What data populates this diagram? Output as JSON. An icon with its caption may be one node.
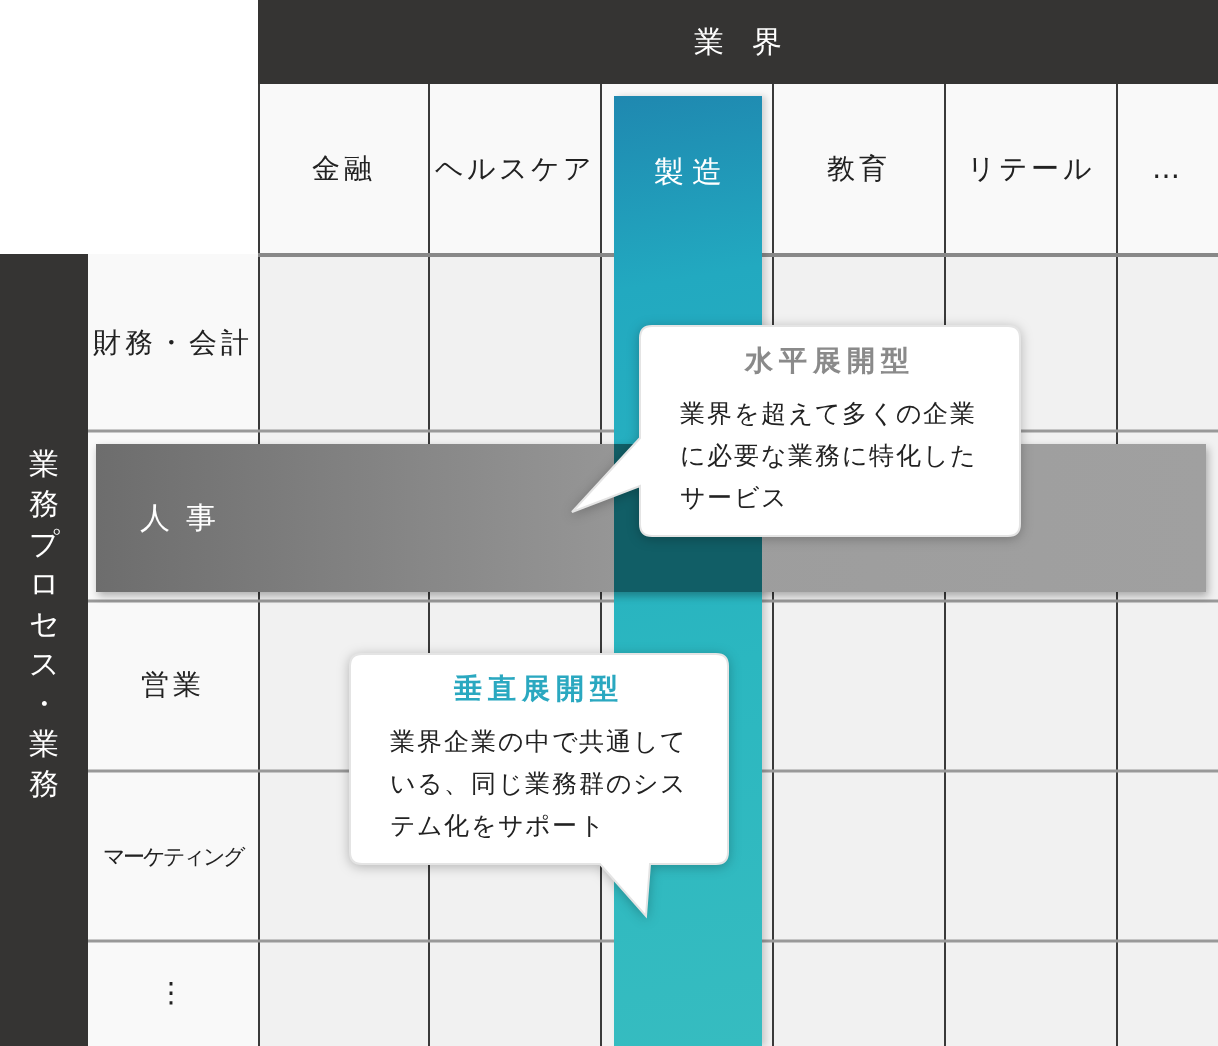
{
  "diagram": {
    "nodes": [
      {
        "text": [
          "業界"
        ]
      },
      {
        "text": [
          "金融"
        ]
      },
      {
        "text": [
          "ヘルスケア"
        ]
      },
      {
        "text": [
          "製造"
        ]
      },
      {
        "text": [
          "教育"
        ]
      },
      {
        "text": [
          "リテール"
        ]
      },
      {
        "text": [
          "…"
        ]
      },
      {
        "text": [
          "業務プロセス・業務"
        ]
      },
      {
        "text": [
          "財務・会計"
        ]
      },
      {
        "text": [
          "人事"
        ]
      },
      {
        "text": [
          "営業"
        ]
      },
      {
        "text": [
          "マーケティング"
        ]
      },
      {
        "text": [
          "⋮"
        ]
      },
      {
        "text": [
          "水平展開型",
          "業界を超えて多くの企業に必要な業務に特化したサービス"
        ]
      },
      {
        "text": [
          "垂直展開型",
          "業界企業の中で共通している、同じ業務群のシステム化をサポート"
        ]
      }
    ]
  }
}
